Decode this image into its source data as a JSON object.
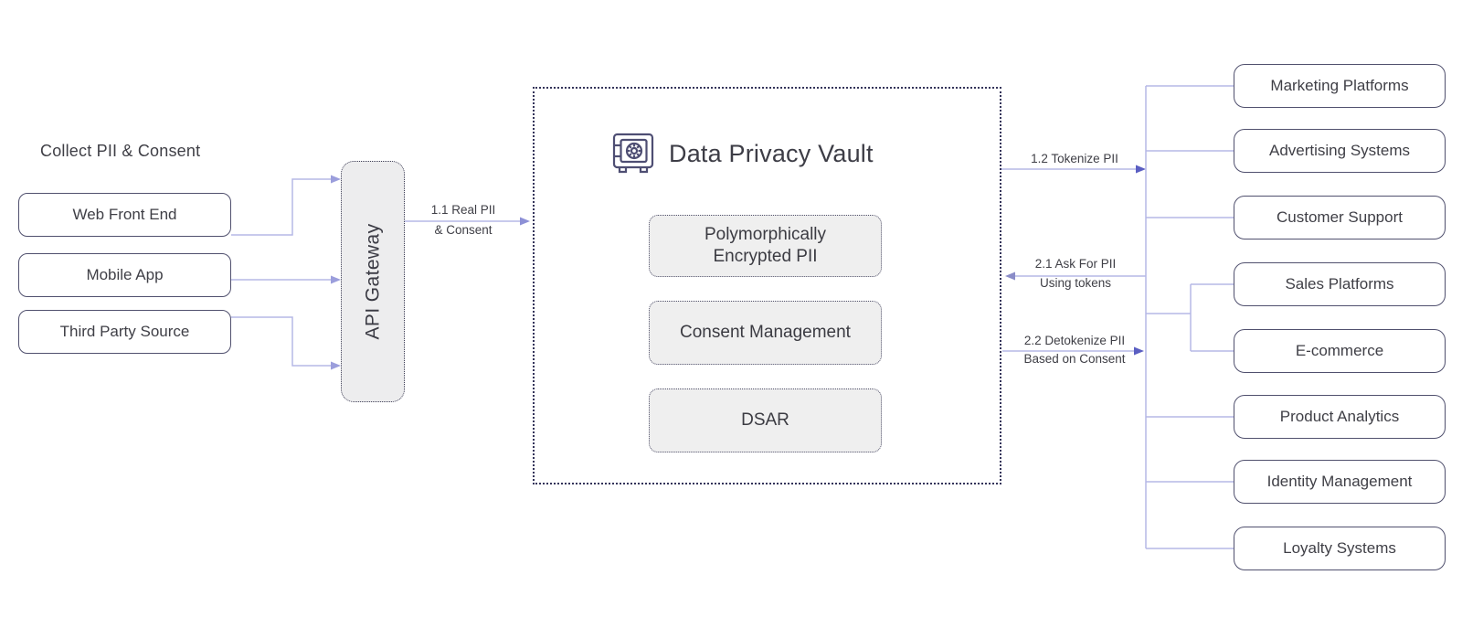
{
  "left_section": {
    "heading": "Collect PII & Consent",
    "sources": [
      "Web Front End",
      "Mobile App",
      "Third Party Source"
    ]
  },
  "gateway": {
    "label": "API Gateway"
  },
  "vault": {
    "title": "Data Privacy Vault",
    "icon": "vault-safe-icon",
    "components": [
      {
        "line1": "Polymorphically",
        "line2": "Encrypted PII"
      },
      {
        "line1": "Consent Management"
      },
      {
        "line1": "DSAR"
      }
    ]
  },
  "flows": {
    "real_pii": {
      "line1": "1.1 Real PII",
      "line2": "& Consent",
      "direction": "right"
    },
    "tokenize": {
      "line1": "1.2 Tokenize PII",
      "direction": "right"
    },
    "ask_for_pii": {
      "line1": "2.1 Ask For PII",
      "line2": "Using tokens",
      "direction": "left"
    },
    "detokenize": {
      "line1": "2.2 Detokenize  PII",
      "line2": "Based on Consent",
      "direction": "right"
    }
  },
  "consumers": [
    "Marketing Platforms",
    "Advertising Systems",
    "Customer Support",
    "Sales Platforms",
    "E-commerce",
    "Product Analytics",
    "Identity Management",
    "Loyalty Systems"
  ],
  "colors": {
    "background": "#ffffff",
    "connector_line": "#b6b8e6",
    "arrowhead_left": "#9b9edc",
    "arrowhead_right": "#5a5ec2",
    "box_border": "#50506e",
    "dotted_border": "#34345a",
    "panel_fill": "#efefef",
    "text": "#3f3f46",
    "icon": "#4e4e73"
  }
}
